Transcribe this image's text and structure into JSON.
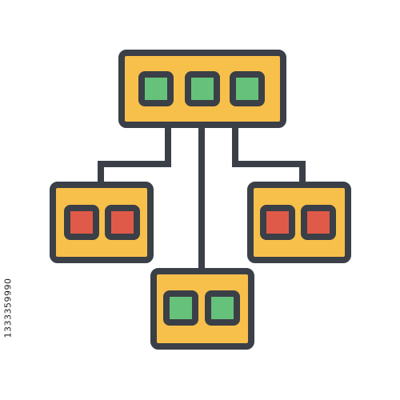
{
  "illustration": {
    "type": "hierarchy-network-icon",
    "icon_name": "network-hierarchy-icon",
    "stock_id": "1333359990"
  },
  "colors": {
    "outline": "#3b3f47",
    "box_fill": "#f7c04b",
    "green_square": "#66c27a",
    "red_square": "#e05a4a",
    "background": "#ffffff"
  },
  "nodes": [
    {
      "name": "top-node",
      "indicators": [
        "green",
        "green",
        "green"
      ]
    },
    {
      "name": "left-node",
      "indicators": [
        "red",
        "red"
      ]
    },
    {
      "name": "right-node",
      "indicators": [
        "red",
        "red"
      ]
    },
    {
      "name": "bottom-node",
      "indicators": [
        "green",
        "green"
      ]
    }
  ]
}
